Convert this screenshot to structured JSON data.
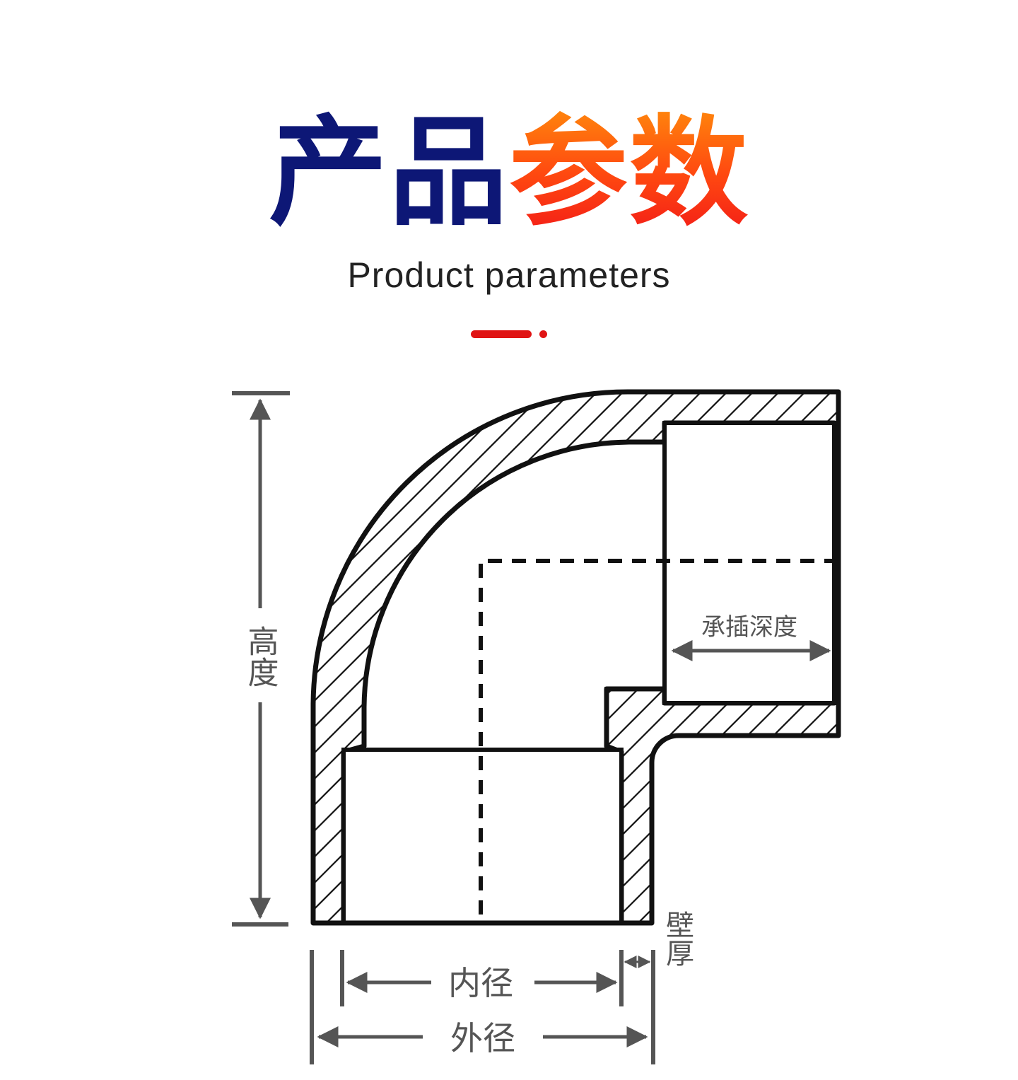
{
  "header": {
    "title_part1": "产品",
    "title_part2": "参数",
    "subtitle": "Product parameters"
  },
  "diagram": {
    "labels": {
      "height": "高度",
      "socket_depth": "承插深度",
      "inner_diameter": "内径",
      "outer_diameter": "外径",
      "wall_thickness": "壁厚"
    }
  },
  "colors": {
    "title_navy": "#0d1776",
    "title_orange": "#ff6a0c",
    "accent_red": "#e01414",
    "dimension_gray": "#555555"
  }
}
